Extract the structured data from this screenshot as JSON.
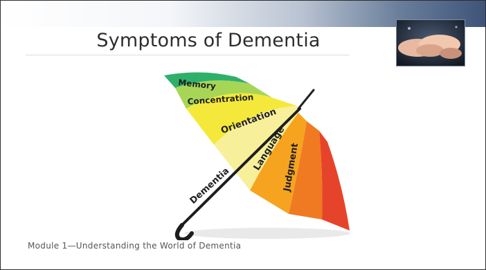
{
  "slide": {
    "title": "Symptoms of Dementia",
    "footer": "Module 1—Understanding the World of Dementia"
  },
  "diagram": {
    "handle_label": "Dementia",
    "panel_labels": [
      "Memory",
      "Concentration",
      "Orientation",
      "Language",
      "Judgment"
    ]
  },
  "icons": [
    "hands-photo-icon"
  ],
  "colors": {
    "header_blue": "#3e5478",
    "memory_green": "#2fb06a",
    "concentration_lightgreen": "#a7d657",
    "orientation_yellow": "#f4e93a",
    "language_paleyellow": "#f8ef9a",
    "judgment_orange": "#f6a41f",
    "right_red": "#e6442a"
  }
}
